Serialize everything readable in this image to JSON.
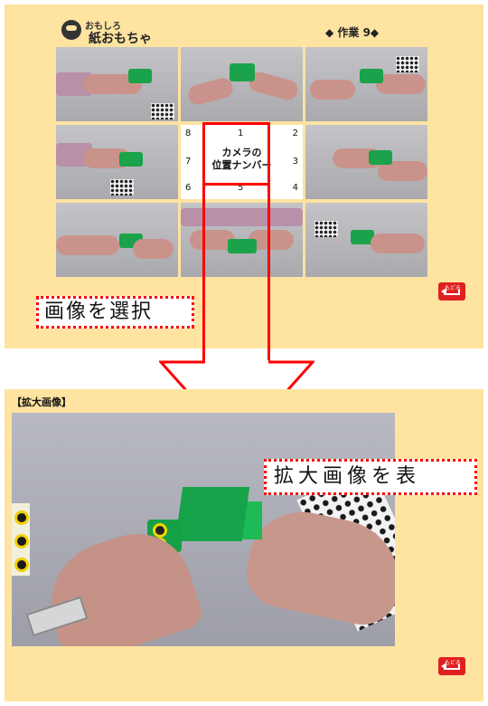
{
  "top_screen": {
    "logo_small": "おもしろ",
    "logo_big": "紙おもちゃ",
    "work_label": "◆ 作業 9◆",
    "camera_numbers": [
      "8",
      "1",
      "2",
      "7",
      "3",
      "6",
      "5",
      "4"
    ],
    "camera_label_line1": "カメラの",
    "camera_label_line2": "位置ナンバー",
    "callout": "画像を選択",
    "back_button_small": "もどる"
  },
  "bottom_screen": {
    "title": "【拡大画像】",
    "callout": "拡大画像を表",
    "back_button_small": "もどる"
  },
  "colors": {
    "panel_background": "#ffe3a0",
    "annotation_red": "#ff0000",
    "toy_green": "#1aa34a",
    "back_button_red": "#e02020"
  },
  "icons": [
    "back-icon",
    "mascot-icon"
  ]
}
